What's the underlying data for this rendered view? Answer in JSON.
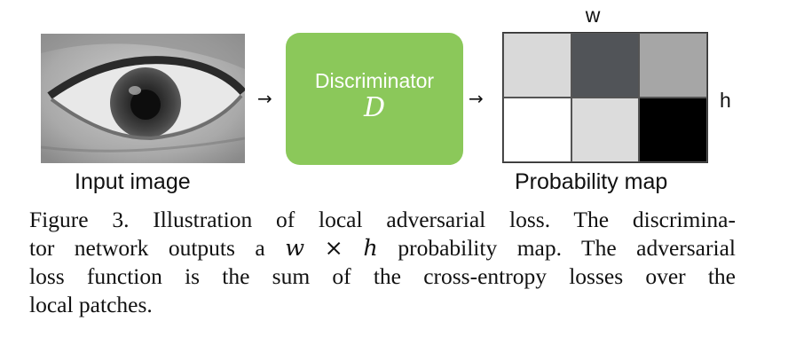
{
  "input": {
    "label": "Input image"
  },
  "discriminator": {
    "label": "Discriminator",
    "symbol": "D",
    "color": "#8bc85a"
  },
  "arrows": {
    "glyph": "→"
  },
  "probability_map": {
    "label": "Probability map",
    "axis_w": "w",
    "axis_h": "h",
    "cells": [
      {
        "color": "#d9d9d9"
      },
      {
        "color": "#515458"
      },
      {
        "color": "#a6a6a6"
      },
      {
        "color": "#ffffff"
      },
      {
        "color": "#dcdcdc"
      },
      {
        "color": "#000000"
      }
    ]
  },
  "caption": {
    "line1": "Figure 3. Illustration of local adversarial loss. The discrimina-",
    "line2_pre": "tor network outputs a ",
    "w": "w",
    "times": "×",
    "h": "h",
    "line2_post": " probability map. The adversarial",
    "line3": "loss function is the sum of the cross-entropy losses over the",
    "line4": "local patches."
  }
}
